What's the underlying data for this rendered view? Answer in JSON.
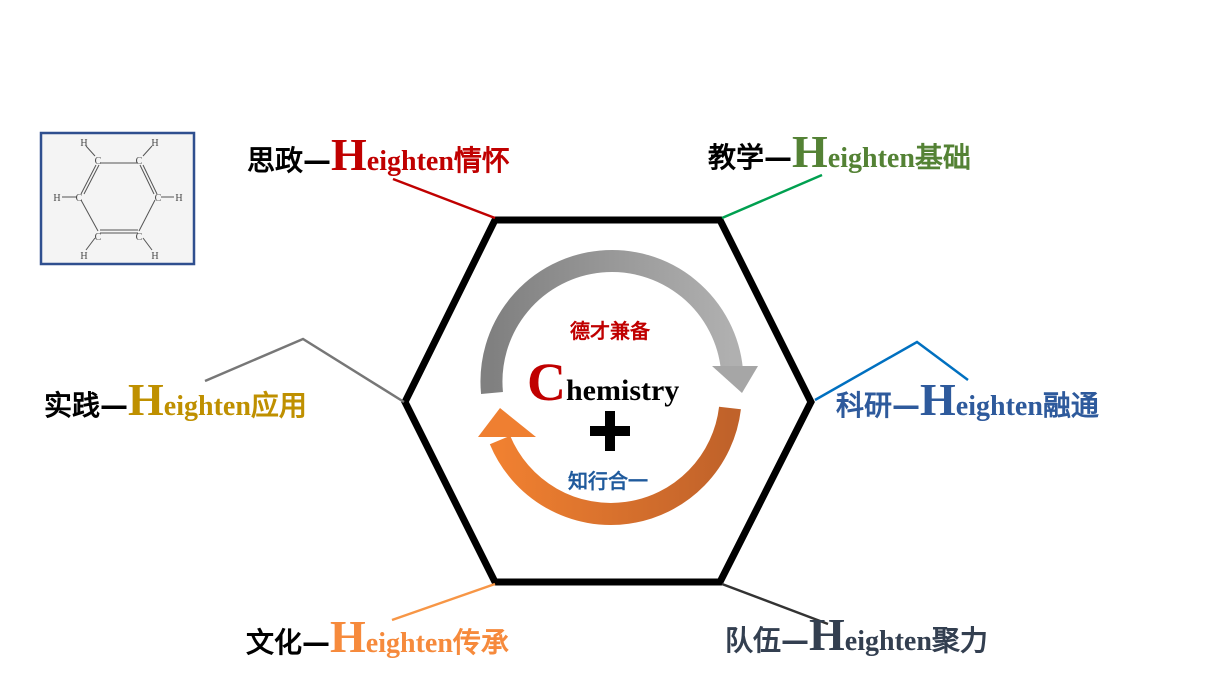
{
  "benzene": {
    "carbon": "C",
    "hydrogen": "H"
  },
  "center": {
    "top_text": "德才兼备",
    "chem_initial": "C",
    "chem_rest": "hemistry",
    "plus": "+",
    "bottom_text": "知行合一"
  },
  "dash": "—",
  "h_initial": "H",
  "h_rest": "eighten",
  "labels": [
    {
      "id": "sizheng",
      "prefix": "思政",
      "suffix": "情怀",
      "color": "#c00000",
      "prefix_color": "#000000"
    },
    {
      "id": "jiaoxue",
      "prefix": "教学",
      "suffix": "基础",
      "color": "#548235",
      "prefix_color": "#000000"
    },
    {
      "id": "shijian",
      "prefix": "实践",
      "suffix": "应用",
      "color": "#bf9000",
      "prefix_color": "#000000"
    },
    {
      "id": "keyan",
      "prefix": "科研",
      "suffix": "融通",
      "color": "#2e5a9c",
      "prefix_color": "#2e5a9c"
    },
    {
      "id": "wenhua",
      "prefix": "文化",
      "suffix": "传承",
      "color": "#f68a3c",
      "prefix_color": "#000000"
    },
    {
      "id": "duiwu",
      "prefix": "队伍",
      "suffix": "聚力",
      "color": "#333f50",
      "prefix_color": "#333f50"
    }
  ]
}
